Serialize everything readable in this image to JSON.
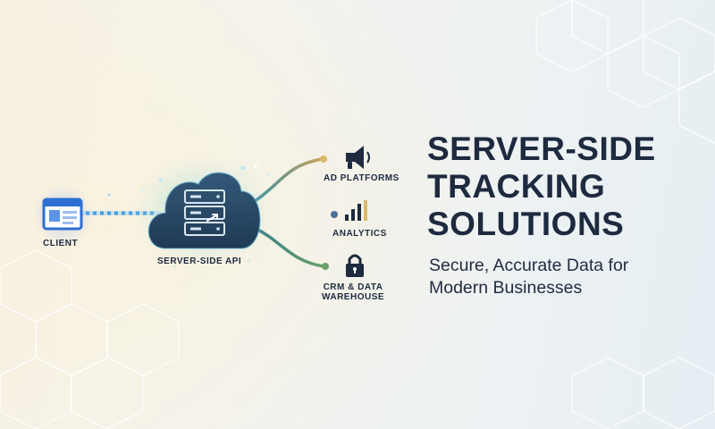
{
  "diagram": {
    "client": {
      "label": "CLIENT",
      "icon": "browser-window-icon"
    },
    "server": {
      "label": "SERVER-SIDE API",
      "icon": "cloud-server-icon"
    },
    "destinations": [
      {
        "label": "AD PLATFORMS",
        "icon": "megaphone-icon"
      },
      {
        "label": "ANALYTICS",
        "icon": "bar-chart-icon"
      },
      {
        "label_line1": "CRM & DATA",
        "label_line2": "WAREHOUSE",
        "icon": "lock-icon"
      }
    ]
  },
  "headline": {
    "line1": "SERVER-SIDE",
    "line2": "TRACKING",
    "line3": "SOLUTIONS"
  },
  "subheadline": {
    "line1": "Secure, Accurate Data for",
    "line2": "Modern Businesses"
  },
  "colors": {
    "navy": "#1d2a3f",
    "blue": "#2f6fd1",
    "teal": "#3a8fa3",
    "green": "#5a9a6a",
    "cloud": "#2b4a66"
  }
}
